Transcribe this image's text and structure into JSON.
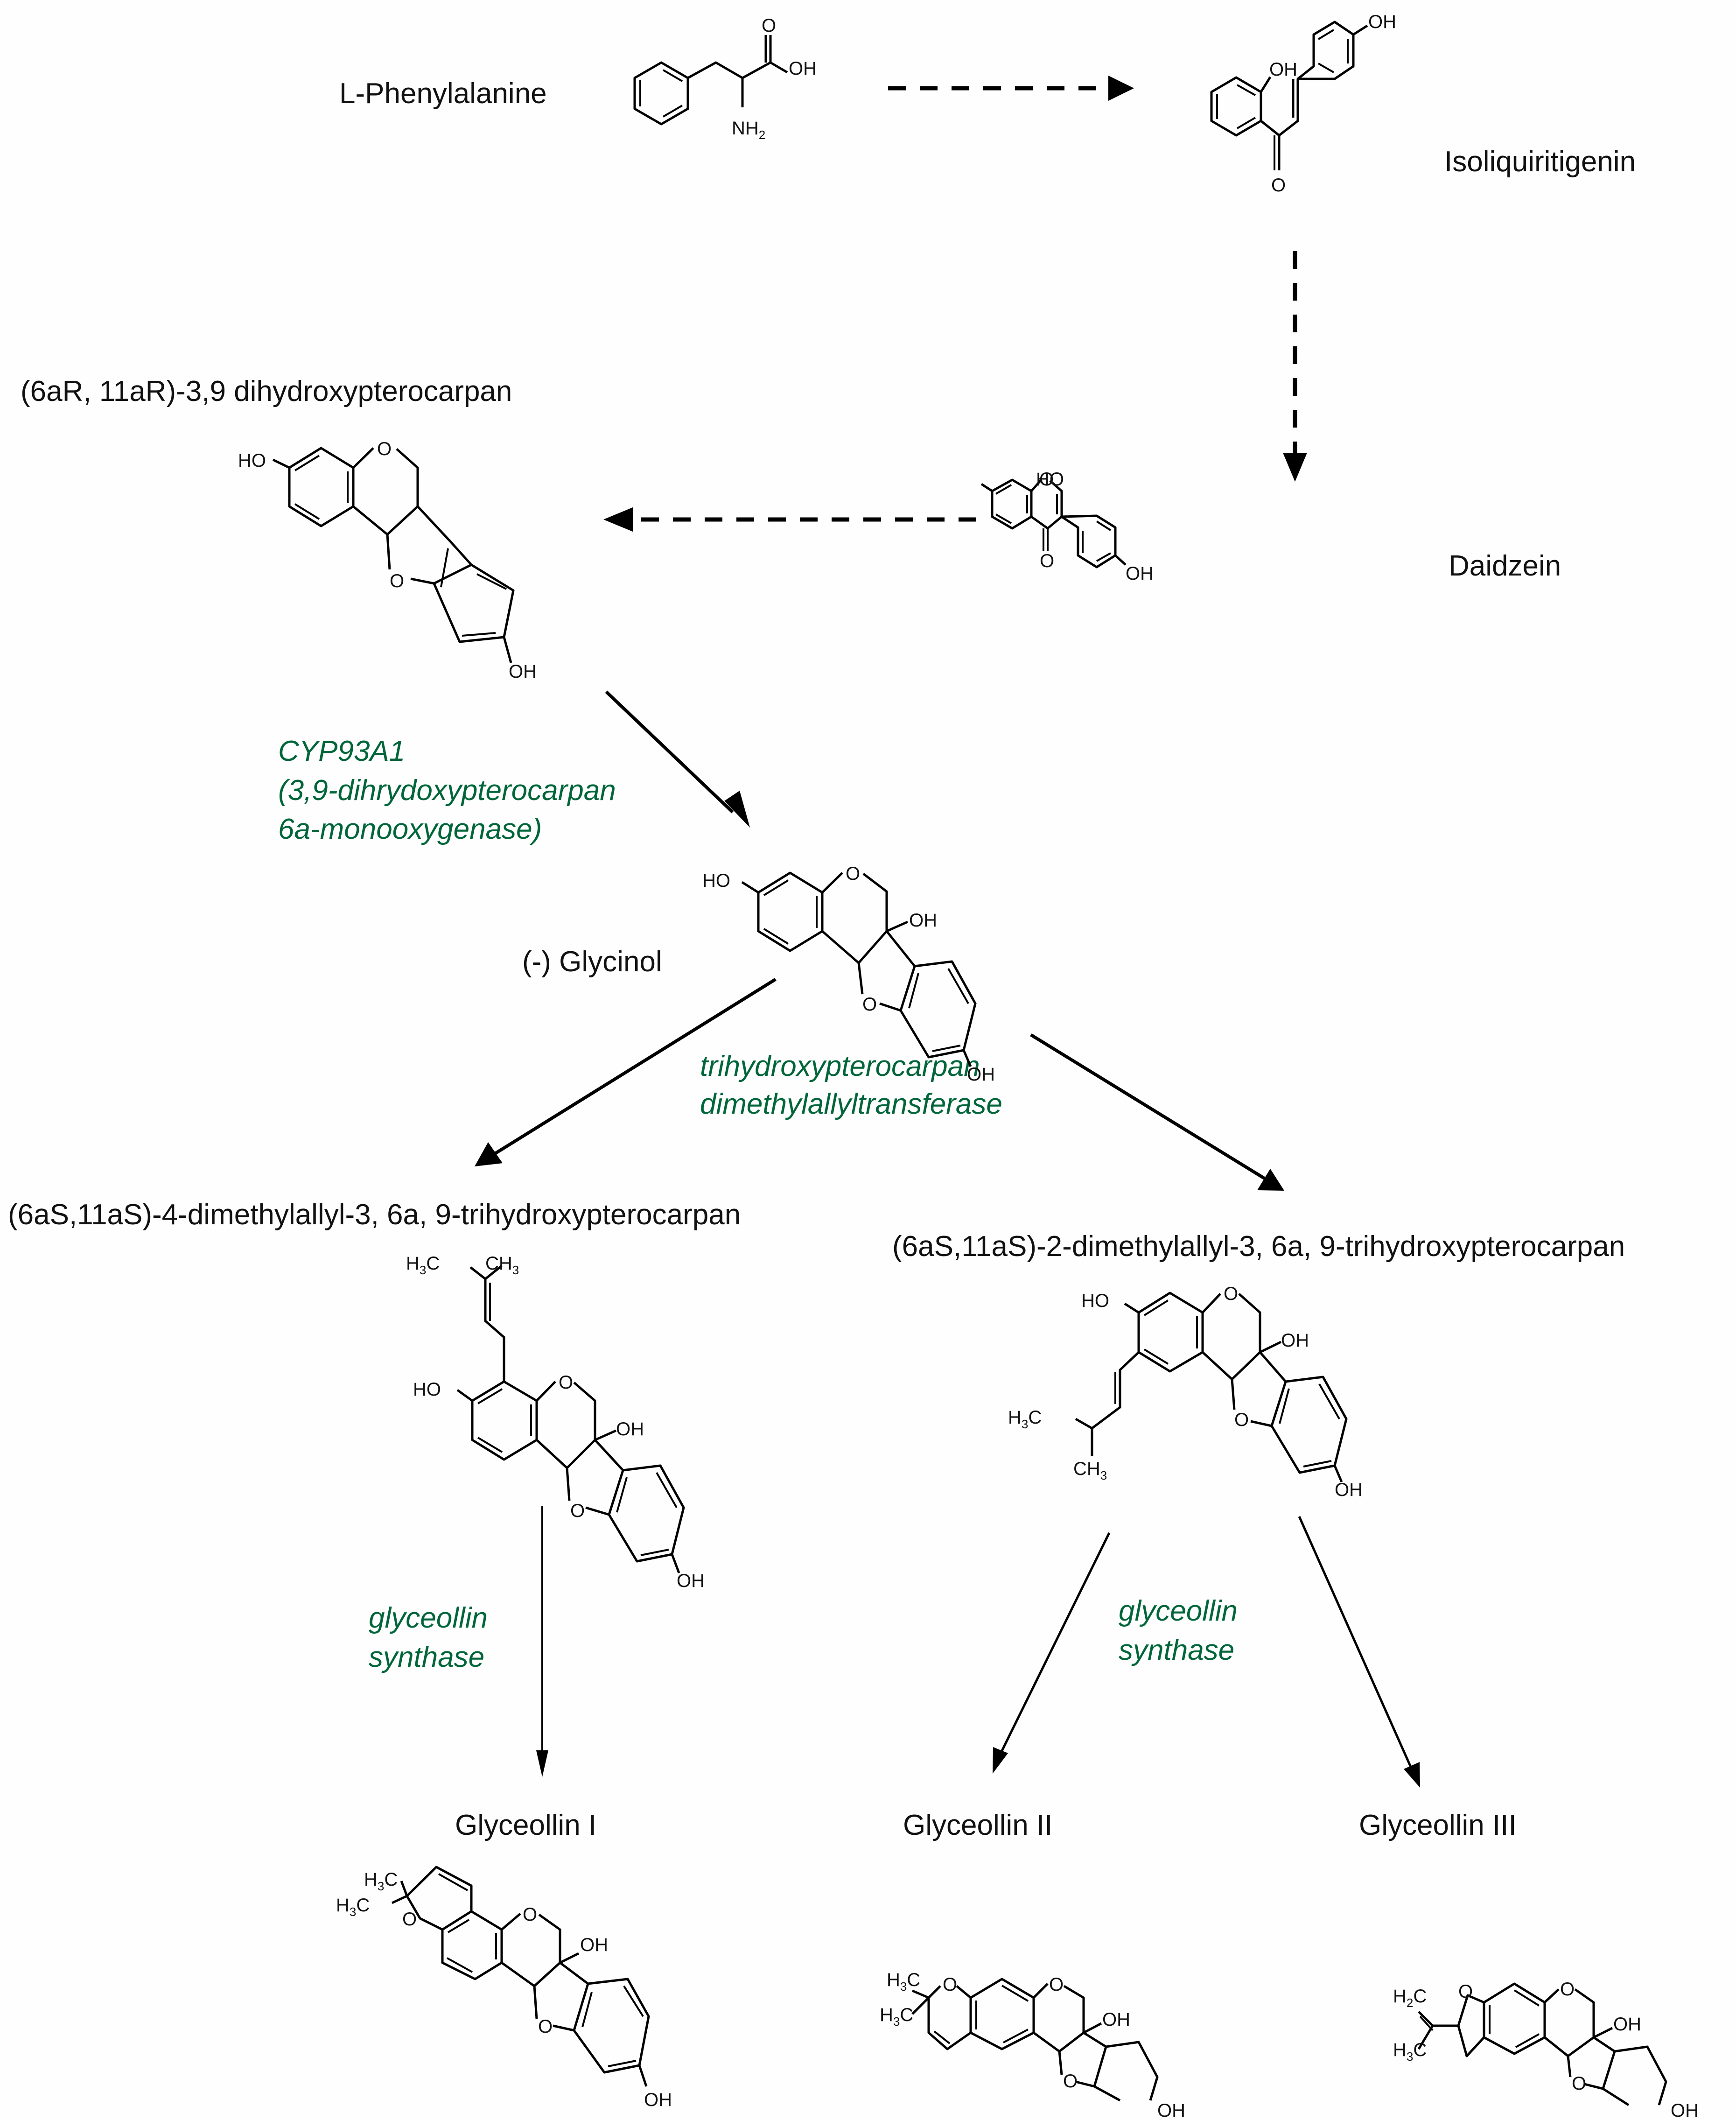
{
  "figure": {
    "type": "biosynthetic-pathway",
    "colors": {
      "text": "#111111",
      "enzyme": "#00663a",
      "bond": "#000000",
      "background": "#fefefe"
    }
  },
  "compounds": {
    "phenylalanine": {
      "name": "L-Phenylalanine",
      "atoms": [
        "OH",
        "O",
        "NH2"
      ]
    },
    "isoliquiritigenin": {
      "name": "Isoliquiritigenin",
      "atoms": [
        "OH",
        "OH",
        "O"
      ]
    },
    "daidzein": {
      "name": "Daidzein",
      "atoms": [
        "HO",
        "O",
        "O",
        "OH"
      ]
    },
    "dihydroxypterocarpan": {
      "name": "(6aR, 11aR)-3,9 dihydroxypterocarpan",
      "atoms": [
        "HO",
        "O",
        "O",
        "OH"
      ]
    },
    "glycinol": {
      "name": "(-) Glycinol",
      "atoms": [
        "HO",
        "O",
        "OH",
        "O",
        "OH"
      ]
    },
    "prenyl4": {
      "name": "(6aS,11aS)-4-dimethylallyl-3, 6a, 9-trihydroxypterocarpan",
      "atoms": [
        "H3C",
        "CH3",
        "HO",
        "O",
        "OH",
        "O",
        "OH"
      ]
    },
    "prenyl2": {
      "name": "(6aS,11aS)-2-dimethylallyl-3, 6a, 9-trihydroxypterocarpan",
      "atoms": [
        "HO",
        "O",
        "OH",
        "H3C",
        "CH3",
        "O",
        "OH"
      ]
    },
    "glyceollin1": {
      "name": "Glyceollin I",
      "atoms": [
        "H3C",
        "H3C",
        "O",
        "O",
        "OH",
        "O",
        "OH"
      ]
    },
    "glyceollin2": {
      "name": "Glyceollin II",
      "atoms": [
        "H3C",
        "H3C",
        "O",
        "O",
        "OH",
        "O",
        "OH"
      ]
    },
    "glyceollin3": {
      "name": "Glyceollin III",
      "atoms": [
        "H2C",
        "H3C",
        "O",
        "O",
        "OH",
        "O",
        "OH"
      ]
    }
  },
  "enzymes": {
    "cyp": {
      "lines": [
        "CYP93A1",
        "(3,9-dihrydoxypterocarpan",
        "6a-monooxygenase)"
      ]
    },
    "prenyltransferase": {
      "lines": [
        "trihydroxypterocarpan",
        "dimethylallyltransferase"
      ]
    },
    "synthase_left": {
      "lines": [
        "glyceollin",
        "synthase"
      ]
    },
    "synthase_right": {
      "lines": [
        "glyceollin",
        "synthase"
      ]
    }
  },
  "reactions": [
    {
      "from": "L-Phenylalanine",
      "to": "Isoliquiritigenin",
      "style": "dashed"
    },
    {
      "from": "Isoliquiritigenin",
      "to": "Daidzein",
      "style": "dashed"
    },
    {
      "from": "Daidzein",
      "to": "(6aR, 11aR)-3,9 dihydroxypterocarpan",
      "style": "dashed"
    },
    {
      "from": "(6aR, 11aR)-3,9 dihydroxypterocarpan",
      "to": "(-) Glycinol",
      "style": "solid",
      "enzyme": "CYP93A1"
    },
    {
      "from": "(-) Glycinol",
      "to": "(6aS,11aS)-4-dimethylallyl-3, 6a, 9-trihydroxypterocarpan",
      "style": "solid",
      "enzyme": "trihydroxypterocarpan dimethylallyltransferase"
    },
    {
      "from": "(-) Glycinol",
      "to": "(6aS,11aS)-2-dimethylallyl-3, 6a, 9-trihydroxypterocarpan",
      "style": "solid",
      "enzyme": "trihydroxypterocarpan dimethylallyltransferase"
    },
    {
      "from": "(6aS,11aS)-4-dimethylallyl-3, 6a, 9-trihydroxypterocarpan",
      "to": "Glyceollin I",
      "style": "solid",
      "enzyme": "glyceollin synthase"
    },
    {
      "from": "(6aS,11aS)-2-dimethylallyl-3, 6a, 9-trihydroxypterocarpan",
      "to": "Glyceollin II",
      "style": "solid",
      "enzyme": "glyceollin synthase"
    },
    {
      "from": "(6aS,11aS)-2-dimethylallyl-3, 6a, 9-trihydroxypterocarpan",
      "to": "Glyceollin III",
      "style": "solid",
      "enzyme": "glyceollin synthase"
    }
  ]
}
